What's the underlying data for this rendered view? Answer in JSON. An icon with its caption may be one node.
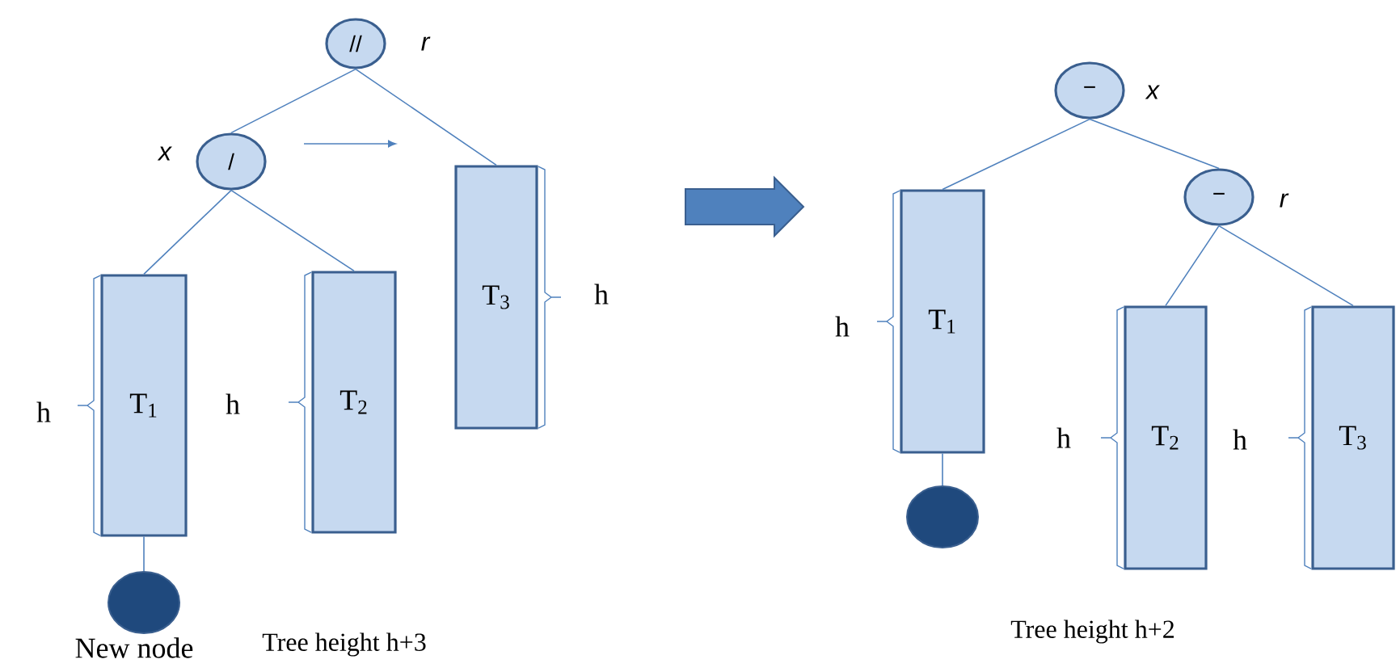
{
  "diagram": {
    "nodes": [
      {
        "text": [
          "//"
        ],
        "beside": [
          "r"
        ]
      },
      {
        "text": [
          "/"
        ],
        "beside": [
          "x"
        ]
      },
      {
        "text": [
          "T$_{1}$"
        ]
      },
      {
        "text": [
          "T$_{2}$"
        ]
      },
      {
        "text": [
          "T$_{3}$"
        ]
      },
      {
        "text": [],
        "shape": "circle",
        "beside": [
          "New node"
        ]
      },
      {
        "text": [
          "−"
        ],
        "beside": [
          "x"
        ]
      },
      {
        "text": [
          "−"
        ],
        "beside": [
          "r"
        ]
      },
      {
        "text": [
          "T$_{1}$"
        ]
      },
      {
        "text": [],
        "shape": "circle"
      },
      {
        "text": [
          "T$_{2}$"
        ]
      },
      {
        "text": [
          "T$_{3}$"
        ]
      }
    ],
    "edges": [
      {
        "from": 0,
        "to": 1,
        "arrow": "none"
      },
      {
        "from": 0,
        "to": 4,
        "arrow": "none"
      },
      {
        "from": 1,
        "to": 2,
        "arrow": "none"
      },
      {
        "from": 1,
        "to": 3,
        "arrow": "none"
      },
      {
        "from": 2,
        "to": 5,
        "arrow": "none"
      },
      {
        "from": 6,
        "to": 8,
        "arrow": "none"
      },
      {
        "from": 6,
        "to": 7,
        "arrow": "none"
      },
      {
        "from": 7,
        "to": 10,
        "arrow": "none"
      },
      {
        "from": 7,
        "to": 11,
        "arrow": "none"
      },
      {
        "from": 8,
        "to": 9,
        "arrow": "none"
      }
    ],
    "labels": [
      "h",
      "h",
      "h",
      "Tree height h+3",
      "h",
      "h",
      "h",
      "Tree height h+2"
    ]
  }
}
